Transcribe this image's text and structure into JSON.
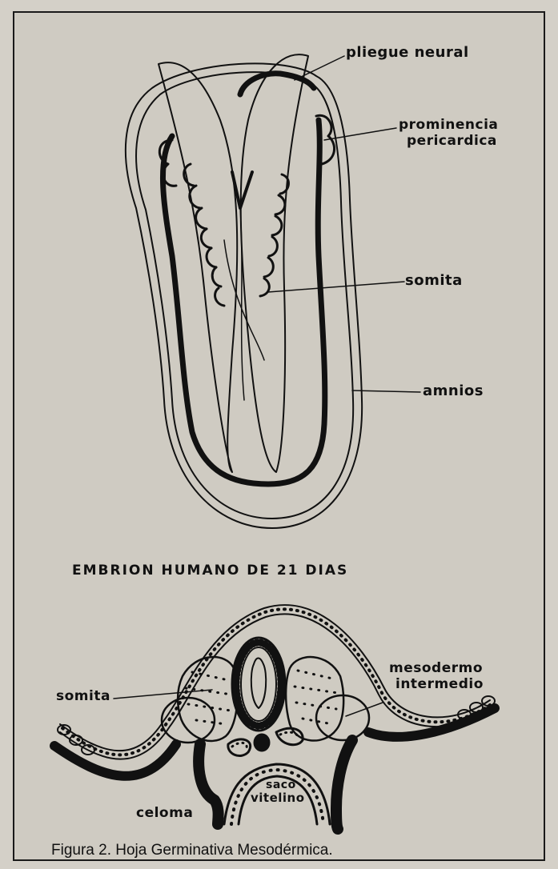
{
  "top_figure": {
    "labels": {
      "pliegue_neural": "pliegue neural",
      "prominencia_line1": "prominencia",
      "prominencia_line2": "pericardica",
      "somita": "somita",
      "amnios": "amnios"
    },
    "title": "EMBRION HUMANO DE 21 DIAS"
  },
  "bottom_figure": {
    "labels": {
      "somita": "somita",
      "mesodermo_line1": "mesodermo",
      "mesodermo_line2": "intermedio",
      "saco_line1": "saco",
      "saco_line2": "vitelino",
      "celoma": "celoma"
    }
  },
  "caption": "Figura 2. Hoja Germinativa Mesodérmica.",
  "colors": {
    "background": "#d4d0c8",
    "ink": "#111111"
  }
}
